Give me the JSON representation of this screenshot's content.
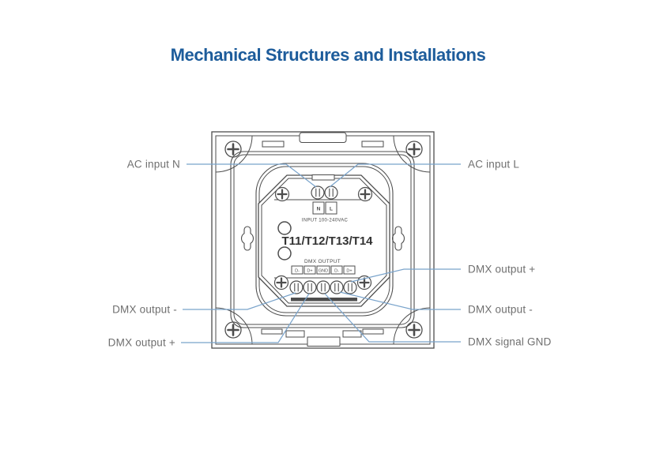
{
  "page": {
    "title": "Mechanical Structures and Installations"
  },
  "colors": {
    "title_text": "#1d5c9b",
    "callout_line": "#79a3cb",
    "label_text": "#6f6f6f",
    "diagram_line": "#4d4d4d",
    "background": "#ffffff"
  },
  "panel": {
    "model": "T11/T12/T13/T14",
    "power_terminals": [
      "N",
      "L"
    ],
    "power_label": "INPUT 100-240VAC",
    "dmx_label": "DMX OUTPUT",
    "dmx_terminals": [
      "D-",
      "D+",
      "GND",
      "D-",
      "D+"
    ]
  },
  "callouts": {
    "ac_input_n": "AC input N",
    "ac_input_l": "AC input L",
    "dmx_output_plus_right": "DMX output +",
    "dmx_output_minus_right": "DMX output -",
    "dmx_signal_gnd": "DMX signal GND",
    "dmx_output_minus_left": "DMX output -",
    "dmx_output_plus_left": "DMX output +"
  }
}
